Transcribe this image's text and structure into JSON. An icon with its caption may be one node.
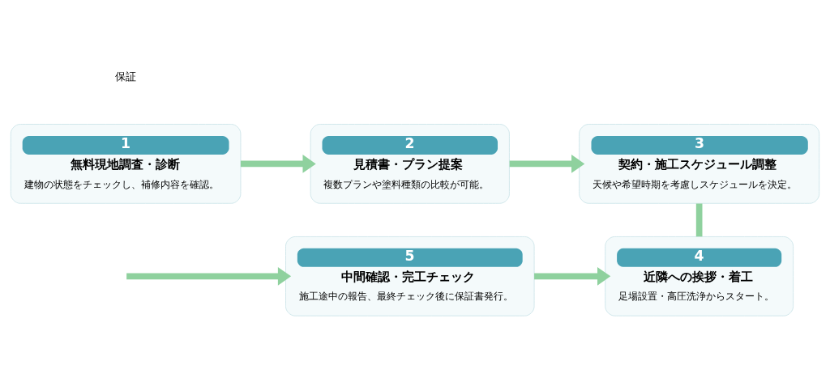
{
  "diagram": {
    "nodes": [
      {
        "text": [
          "1",
          "無料現地調査・診断",
          "建物の状態をチェックし、補修内容を確認。"
        ]
      },
      {
        "text": [
          "2",
          "見積書・プラン提案",
          "複数プランや塗料種類の比較が可能。"
        ]
      },
      {
        "text": [
          "3",
          "契約・施工スケジュール調整",
          "天候や希望時期を考慮しスケジュールを決定。"
        ]
      },
      {
        "text": [
          "4",
          "近隣への挨拶・着工",
          "足場設置・高圧洗浄からスタート。"
        ]
      },
      {
        "text": [
          "5",
          "中間確認・完工チェック",
          "施工途中の報告、最終チェック後に保証書発行。"
        ]
      }
    ],
    "edges": [
      {
        "from": 0,
        "to": 1,
        "arrow": "to"
      },
      {
        "from": 1,
        "to": 2,
        "arrow": "to"
      },
      {
        "from": 2,
        "to": 3,
        "arrow": "none"
      },
      {
        "from": 4,
        "to": 3,
        "arrow": "to"
      },
      {
        "from": null,
        "to": 4,
        "arrow": "to"
      }
    ],
    "labels": [
      "保証"
    ]
  }
}
